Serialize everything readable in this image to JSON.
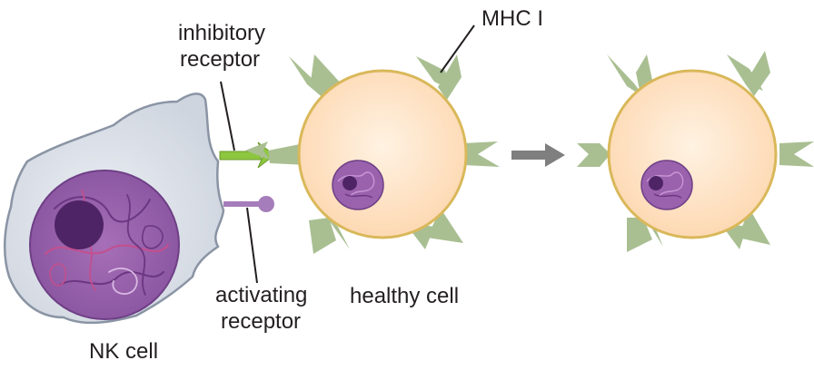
{
  "labels": {
    "inhibitory_receptor": [
      "inhibitory",
      "receptor"
    ],
    "mhc": "MHC I",
    "activating_receptor": [
      "activating",
      "receptor"
    ],
    "healthy_cell": "healthy cell",
    "nk_cell": "NK cell"
  },
  "colors": {
    "nk_membrane": "#dde2ea",
    "nk_outline": "#8a94a4",
    "nk_nucleus": "#9a62ad",
    "nk_nucleus_outline": "#6e3f86",
    "nucleolus": "#4f2466",
    "cell_fill": "#fde0c0",
    "cell_outline": "#d9b85a",
    "mhc": "#a9bf92",
    "inhibitory_receptor": "#8dc63f",
    "activating_receptor": "#a57dba",
    "arrow": "#7f7f7f"
  }
}
